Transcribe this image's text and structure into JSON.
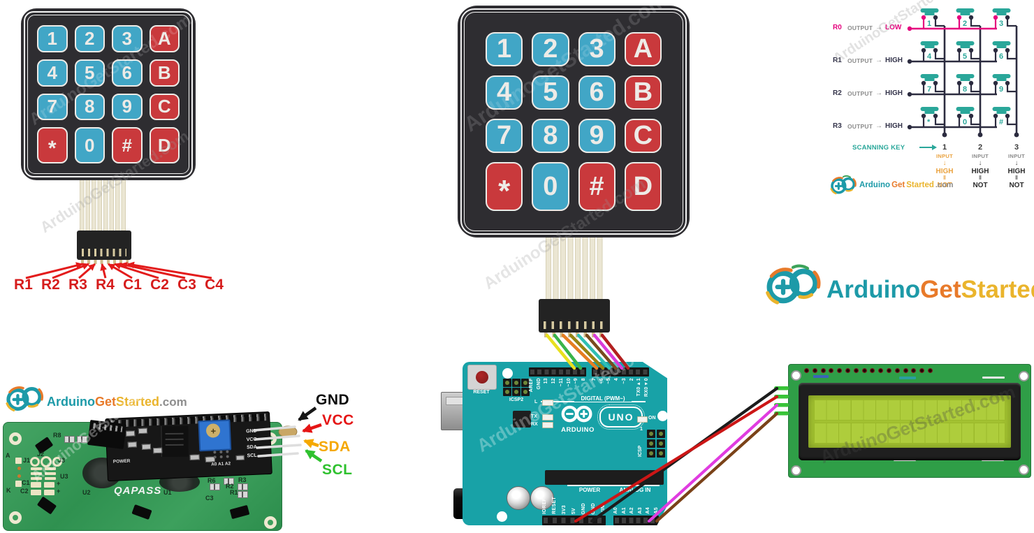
{
  "watermark": "ArduinoGetStarted.com",
  "brand": {
    "arduino": "Arduino",
    "get": "Get",
    "started": "Started",
    "com": ".com"
  },
  "keypad": {
    "rows": [
      [
        "1",
        "2",
        "3",
        "A"
      ],
      [
        "4",
        "5",
        "6",
        "B"
      ],
      [
        "7",
        "8",
        "9",
        "C"
      ],
      [
        "*",
        "0",
        "#",
        "D"
      ]
    ]
  },
  "left_keypad": {
    "pins": [
      "R1",
      "R2",
      "R3",
      "R4",
      "C1",
      "C2",
      "C3",
      "C4"
    ]
  },
  "matrix": {
    "rows": [
      {
        "name": "R0",
        "mode": "OUTPUT",
        "arrow": "→",
        "state": "LOW"
      },
      {
        "name": "R1",
        "mode": "OUTPUT",
        "arrow": "→",
        "state": "HIGH"
      },
      {
        "name": "R2",
        "mode": "OUTPUT",
        "arrow": "→",
        "state": "HIGH"
      },
      {
        "name": "R3",
        "mode": "OUTPUT",
        "arrow": "→",
        "state": "HIGH"
      }
    ],
    "keys": [
      [
        "1",
        "2",
        "3"
      ],
      [
        "4",
        "5",
        "6"
      ],
      [
        "7",
        "8",
        "9"
      ],
      [
        "*",
        "0",
        "#"
      ]
    ],
    "scanning_label": "SCANNING KEY",
    "scanning_arrow": "→",
    "columns": [
      {
        "n": "1",
        "input": "INPUT",
        "down": "↓",
        "high": "HIGH",
        "link": "‖",
        "not": "NOT"
      },
      {
        "n": "2",
        "input": "INPUT",
        "down": "↓",
        "high": "HIGH",
        "link": "‖",
        "not": "NOT"
      },
      {
        "n": "3",
        "input": "INPUT",
        "down": "↓",
        "high": "HIGH",
        "link": "‖",
        "not": "NOT"
      }
    ]
  },
  "uno": {
    "reset": "RESET",
    "icsp2": "ICSP2",
    "digital": "DIGITAL (PWM~)",
    "pins_top_left": [
      "AREF",
      "GND",
      "13",
      "12",
      "~11",
      "~10",
      "~9",
      "8"
    ],
    "pins_top_right": [
      "7",
      "~6",
      "~5",
      "4",
      "~3",
      "2",
      "TX0▸1",
      "RX0◂0"
    ],
    "led_l": "L",
    "led_tx": "TX",
    "led_rx": "RX",
    "brand": "ARDUINO",
    "model": "UNO",
    "on": "ON",
    "icsp": "ICSP",
    "pin1": "1",
    "power_label": "POWER",
    "analog_label": "ANALOG IN",
    "pins_power": [
      "IOREF",
      "RESET",
      "3V3",
      "5V",
      "GND",
      "GND",
      "VIN"
    ],
    "pins_analog": [
      "A0",
      "A1",
      "A2",
      "A3",
      "A4",
      "A5"
    ]
  },
  "lcd_photo": {
    "callouts": [
      "GND",
      "VCC",
      "SDA",
      "SCL"
    ],
    "module_pins": [
      "GND",
      "VCC",
      "SDA",
      "SCL"
    ],
    "module_power": "POWER",
    "module_addr": "A0 A1 A2",
    "silk": {
      "r8": "R8",
      "j1": "J1",
      "j2": "J2",
      "j3": "J3",
      "u3": "U3",
      "c1": "C1",
      "c2": "C2",
      "a": "A",
      "k": "K",
      "u2": "U2",
      "qapass": "QAPASS",
      "u1": "U1",
      "r6": "R6",
      "r3": "R3",
      "r2": "R2",
      "r1": "R1",
      "c3": "C3",
      "plus": "+"
    }
  },
  "colors": {
    "accent_pink": "#e5007d",
    "accent_teal": "#2aa79a",
    "key_blue": "#41a6c6",
    "key_red": "#c9393c",
    "board_teal": "#18a2a7",
    "highlight_orange": "#eaa23e",
    "keypad_wires": [
      "#e8e01f",
      "#39b44a",
      "#e67e22",
      "#968312",
      "#2fbfb3",
      "#7a4a1e",
      "#d93cd9",
      "#b21f1f"
    ],
    "power_wires": {
      "5v": "#cc1616",
      "gnd": "#1c1c1c",
      "a4": "#e03ce0",
      "a5": "#7a4218"
    },
    "callout_colors": [
      "#0a0a0a",
      "#e51515",
      "#f5a800",
      "#2fc12f"
    ]
  }
}
